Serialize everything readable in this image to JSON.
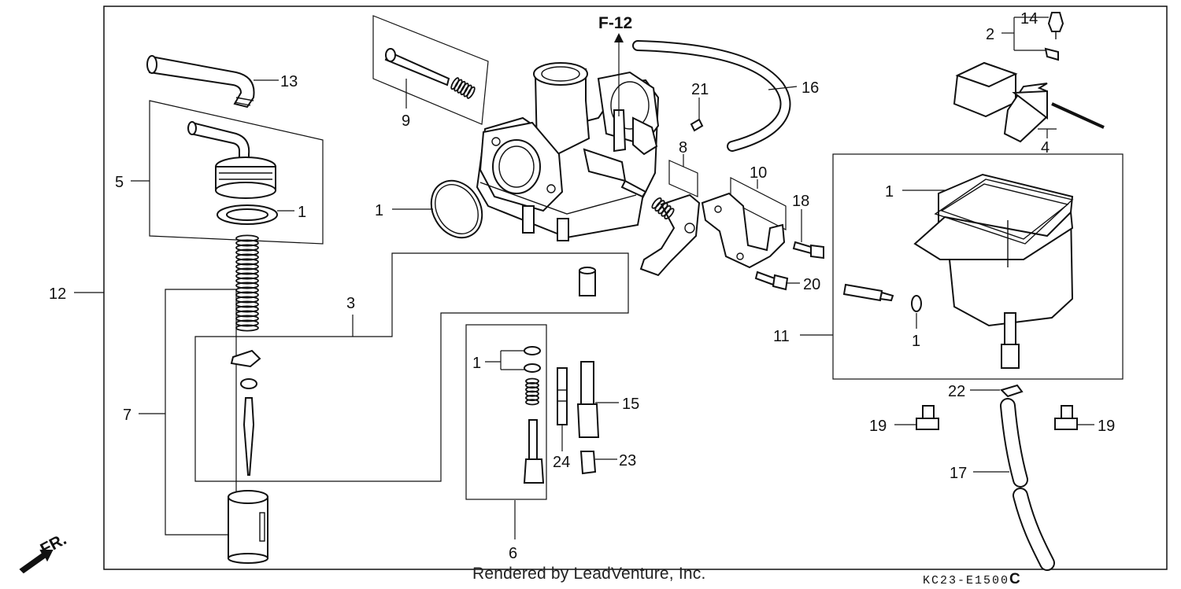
{
  "diagram": {
    "header_ref": "F-12",
    "direction_label": "FR.",
    "credit": "Rendered by LeadVenture, Inc.",
    "diagram_code": "KC23-E1500",
    "diagram_code_suffix": "C",
    "callouts": {
      "c1a": "1",
      "c1b": "1",
      "c1c": "1",
      "c1d": "1",
      "c1e": "1",
      "c2": "2",
      "c3": "3",
      "c4": "4",
      "c5": "5",
      "c6": "6",
      "c7": "7",
      "c8": "8",
      "c9": "9",
      "c10": "10",
      "c11": "11",
      "c12": "12",
      "c13": "13",
      "c14": "14",
      "c15": "15",
      "c16": "16",
      "c17": "17",
      "c18": "18",
      "c19a": "19",
      "c19b": "19",
      "c20": "20",
      "c21": "21",
      "c22": "22",
      "c23": "23",
      "c24": "24"
    }
  }
}
